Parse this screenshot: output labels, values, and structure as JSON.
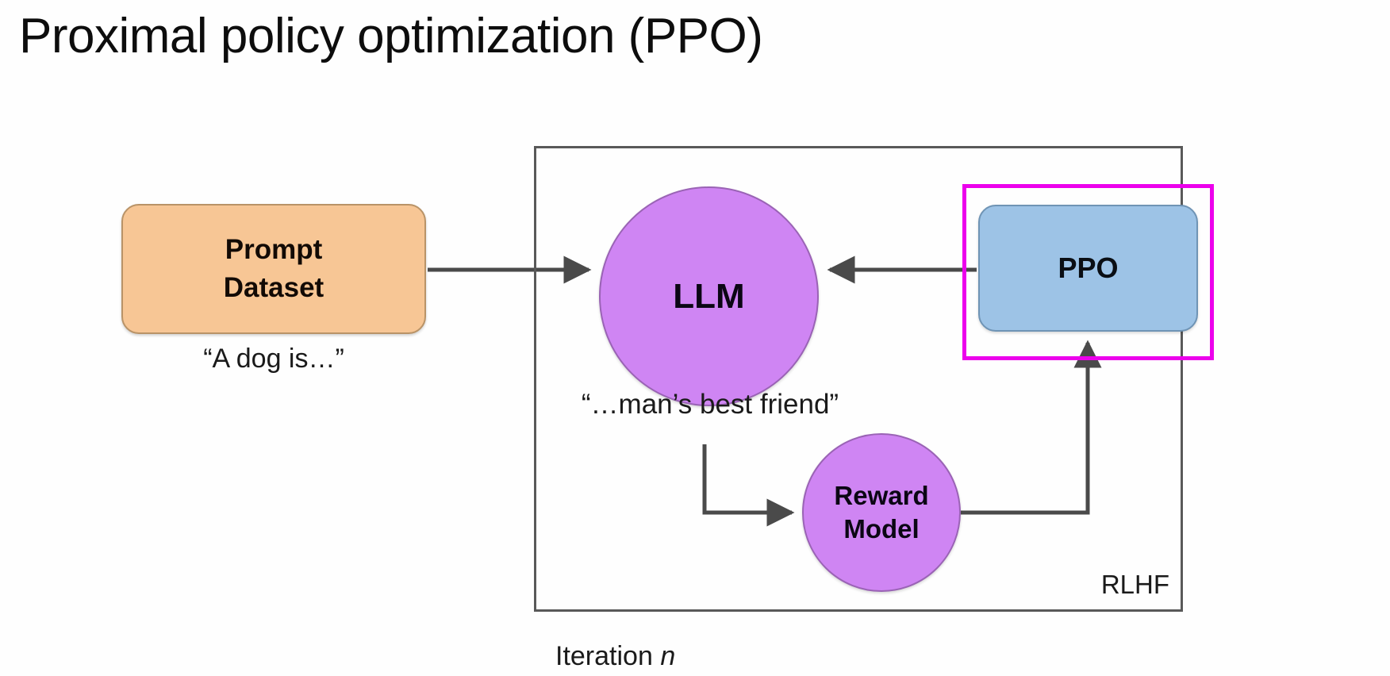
{
  "slide": {
    "title": "Proximal policy optimization (PPO)",
    "background_color": "#ffffff"
  },
  "diagram": {
    "type": "flow-diagram",
    "container": {
      "name": "RLHF",
      "label": "RLHF",
      "border_color": "#595959"
    },
    "nodes": [
      {
        "id": "prompt-dataset",
        "label_lines": [
          "Prompt",
          "Dataset"
        ],
        "line1": "Prompt",
        "line2": "Dataset",
        "shape": "rounded-rect",
        "fill_color": "#f7c695",
        "caption": "“A dog is…”"
      },
      {
        "id": "llm",
        "label": "LLM",
        "shape": "circle",
        "fill_color": "#cf85f3",
        "caption": "“…man’s best friend”"
      },
      {
        "id": "reward-model",
        "label_lines": [
          "Reward",
          "Model"
        ],
        "line1": "Reward",
        "line2": "Model",
        "shape": "circle",
        "fill_color": "#cf85f3"
      },
      {
        "id": "ppo",
        "label": "PPO",
        "shape": "rounded-rect",
        "fill_color": "#9dc3e6",
        "highlight_color": "#ec00ec",
        "highlighted": true
      }
    ],
    "edges": [
      {
        "from": "prompt-dataset",
        "to": "llm",
        "style": "straight-arrow"
      },
      {
        "from": "ppo",
        "to": "llm",
        "style": "straight-arrow"
      },
      {
        "from": "llm",
        "to": "reward-model",
        "style": "elbow-arrow"
      },
      {
        "from": "reward-model",
        "to": "ppo",
        "style": "elbow-arrow"
      }
    ],
    "footer": {
      "prefix": "Iteration ",
      "variable": "n"
    }
  }
}
